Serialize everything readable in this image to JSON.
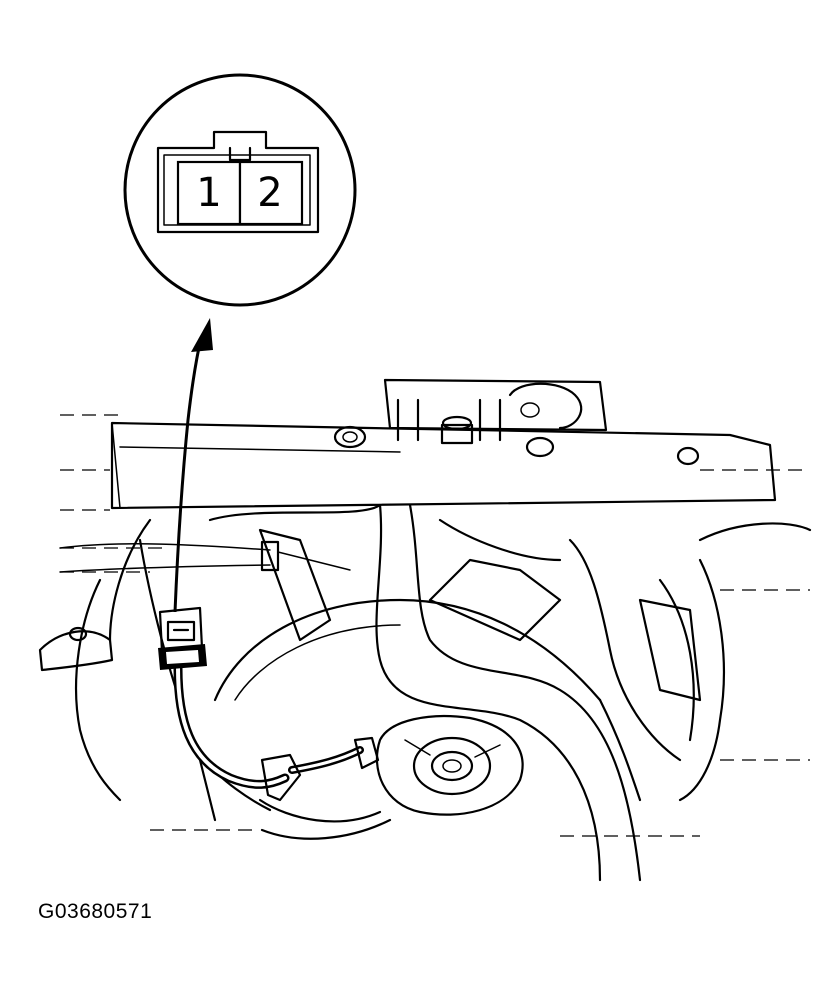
{
  "connector": {
    "pins": [
      {
        "label": "1"
      },
      {
        "label": "2"
      }
    ]
  },
  "figure": {
    "code": "G03680571"
  }
}
